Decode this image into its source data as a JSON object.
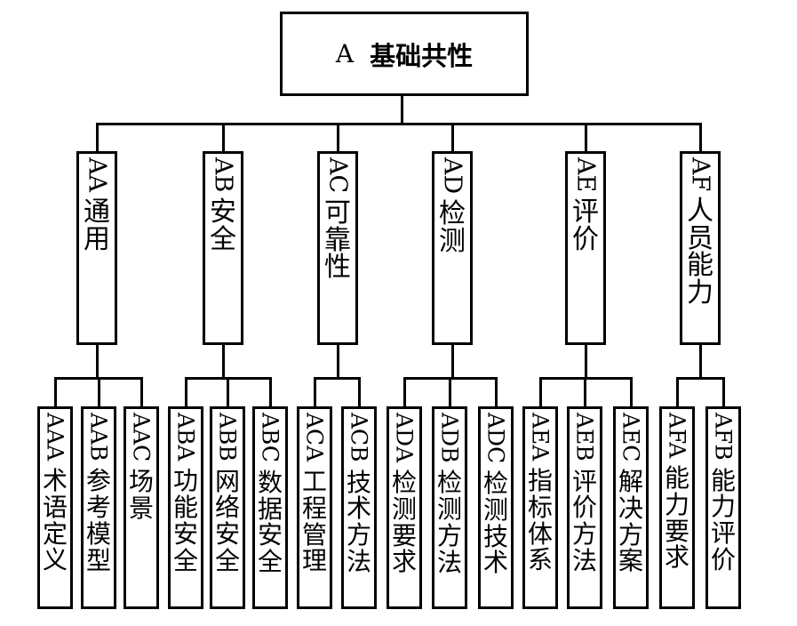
{
  "root": {
    "code": "A",
    "name": "基础共性"
  },
  "categories": [
    {
      "code": "AA",
      "name": "通用",
      "children": [
        {
          "code": "AAA",
          "name": "术语定义"
        },
        {
          "code": "AAB",
          "name": "参考模型"
        },
        {
          "code": "AAC",
          "name": "场景"
        }
      ]
    },
    {
      "code": "AB",
      "name": "安全",
      "children": [
        {
          "code": "ABA",
          "name": "功能安全"
        },
        {
          "code": "ABB",
          "name": "网络安全"
        },
        {
          "code": "ABC",
          "name": "数据安全"
        }
      ]
    },
    {
      "code": "AC",
      "name": "可靠性",
      "children": [
        {
          "code": "ACA",
          "name": "工程管理"
        },
        {
          "code": "ACB",
          "name": "技术方法"
        }
      ]
    },
    {
      "code": "AD",
      "name": "检测",
      "children": [
        {
          "code": "ADA",
          "name": "检测要求"
        },
        {
          "code": "ADB",
          "name": "检测方法"
        },
        {
          "code": "ADC",
          "name": "检测技术"
        }
      ]
    },
    {
      "code": "AE",
      "name": "评价",
      "children": [
        {
          "code": "AEA",
          "name": "指标体系"
        },
        {
          "code": "AEB",
          "name": "评价方法"
        },
        {
          "code": "AEC",
          "name": "解决方案"
        }
      ]
    },
    {
      "code": "AF",
      "name": "人员能力",
      "children": [
        {
          "code": "AFA",
          "name": "能力要求"
        },
        {
          "code": "AFB",
          "name": "能力评价"
        }
      ]
    }
  ]
}
